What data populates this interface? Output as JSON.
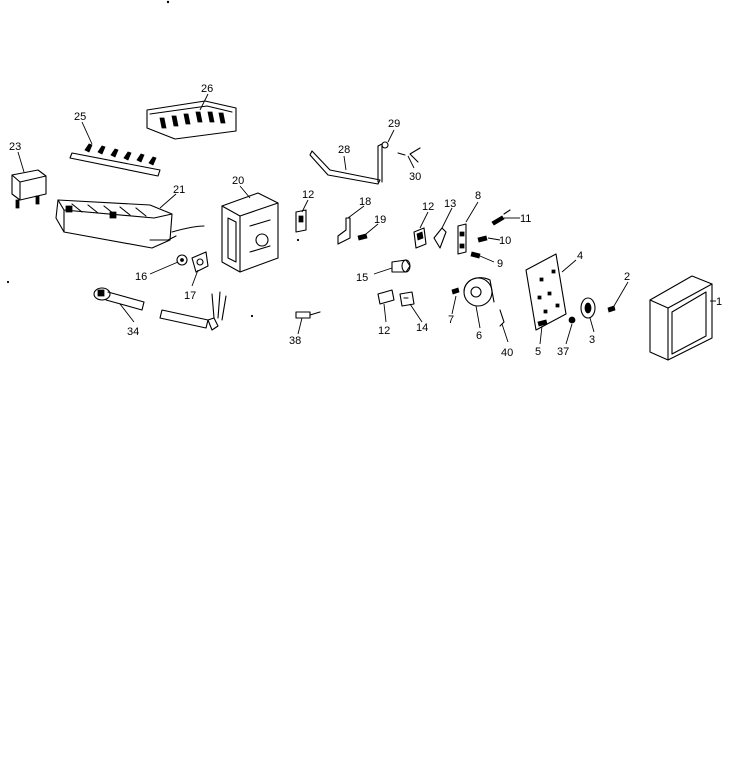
{
  "diagram": {
    "labels": [
      "1",
      "2",
      "3",
      "4",
      "5",
      "6",
      "7",
      "8",
      "9",
      "10",
      "11",
      "12",
      "13",
      "14",
      "15",
      "16",
      "17",
      "18",
      "19",
      "20",
      "21",
      "23",
      "25",
      "26",
      "28",
      "29",
      "30",
      "34",
      "37",
      "38",
      "40"
    ]
  }
}
